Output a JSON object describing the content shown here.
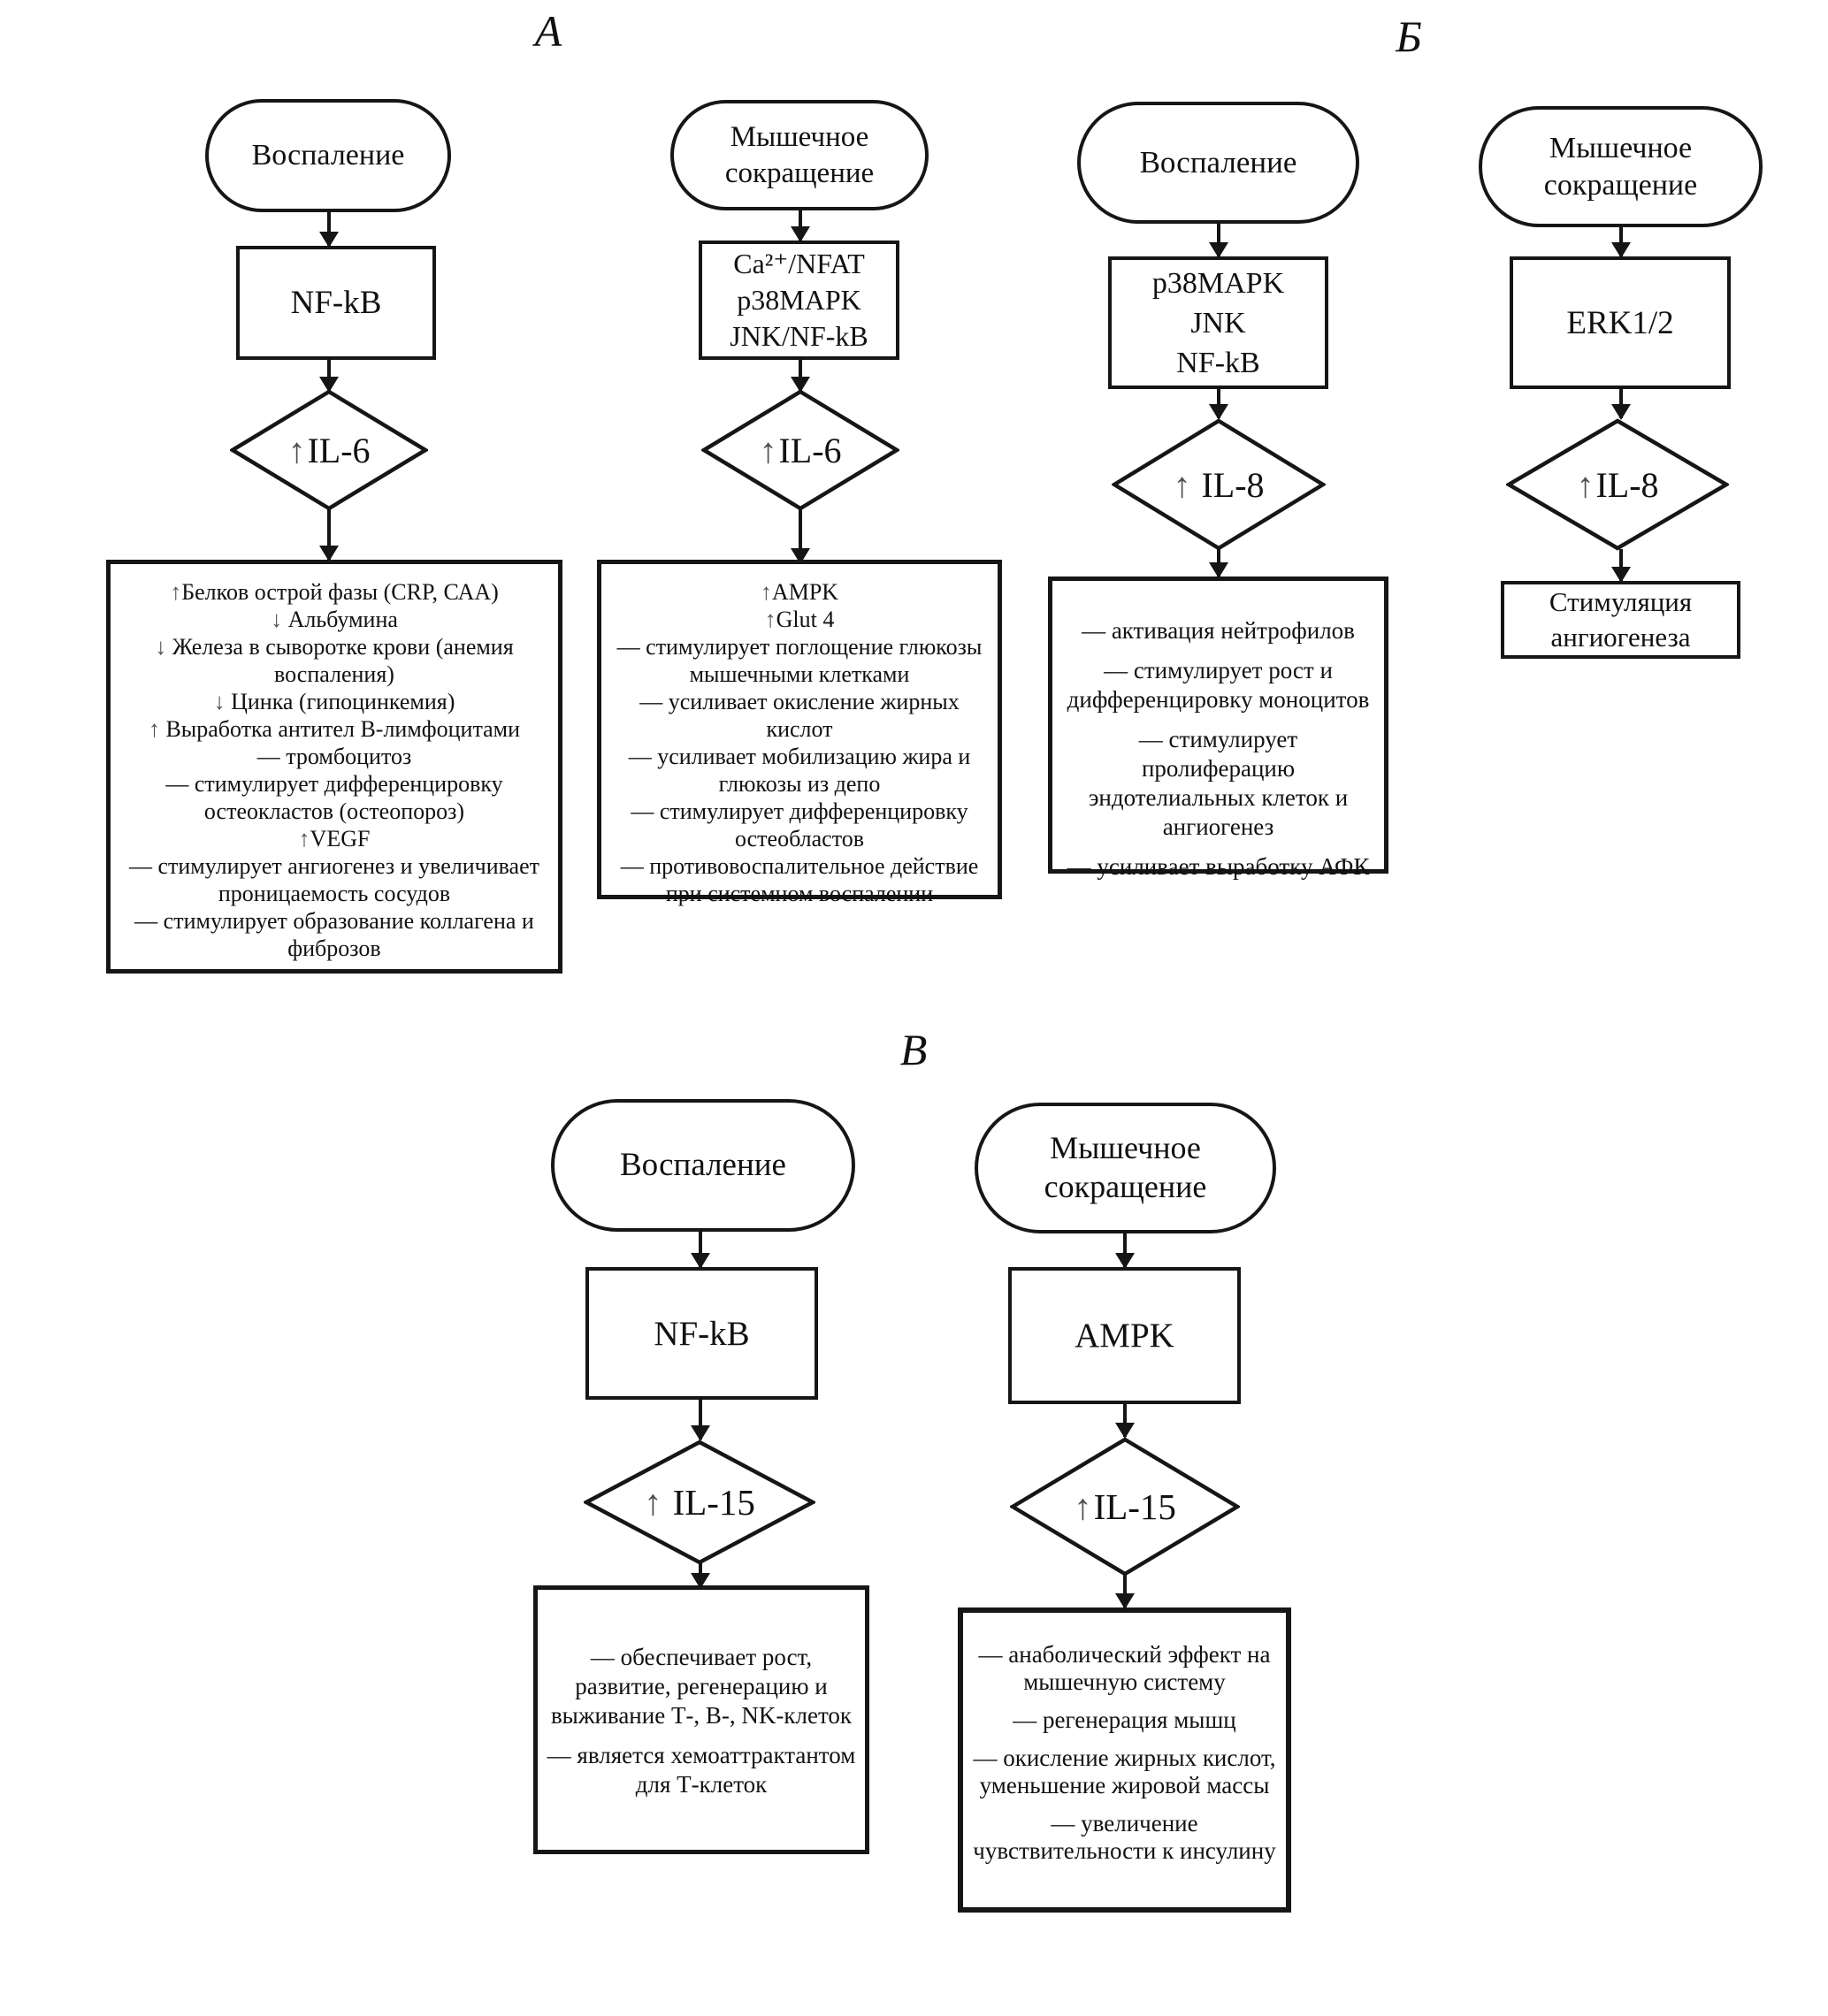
{
  "labels": {
    "a": "А",
    "b": "Б",
    "v": "В"
  },
  "nodes": {
    "a1": {
      "source": "Воспаление",
      "mediator_lines": [
        "NF-kB"
      ],
      "cytokine": {
        "glyph": "↑",
        "name": "IL-6"
      },
      "effects": [
        {
          "glyph": "↑",
          "text": "Белков острой фазы (CRP, САА)"
        },
        {
          "glyph": "↓",
          "text": " Альбумина"
        },
        {
          "glyph": "↓",
          "text": " Железа в сыворотке крови (анемия воспаления)"
        },
        {
          "glyph": "↓",
          "text": " Цинка (гипоцинкемия)"
        },
        {
          "glyph": "↑",
          "text": " Выработка антител В-лимфоцитами"
        },
        {
          "glyph": "",
          "text": "— тромбоцитоз"
        },
        {
          "glyph": "",
          "text": "— стимулирует дифференцировку остеокластов (остеопороз)"
        },
        {
          "glyph": "↑",
          "text": "VEGF"
        },
        {
          "glyph": "",
          "text": "— стимулирует ангиогенез и увеличивает проницаемость сосудов"
        },
        {
          "glyph": "",
          "text": "— стимулирует образование коллагена и фиброзов"
        }
      ]
    },
    "a2": {
      "source": "Мышечное сокращение",
      "mediator_lines": [
        "Ca²⁺/NFAT",
        "p38MAPK",
        "JNK/NF-kB"
      ],
      "cytokine": {
        "glyph": "↑",
        "name": "IL-6"
      },
      "effects": [
        {
          "glyph": "↑",
          "text": "AMPK"
        },
        {
          "glyph": "↑",
          "text": "Glut 4"
        },
        {
          "glyph": "",
          "text": "— стимулирует поглощение глюкозы мышечными клетками"
        },
        {
          "glyph": "",
          "text": "— усиливает окисление жирных кислот"
        },
        {
          "glyph": "",
          "text": "— усиливает мобилизацию жира и глюкозы из депо"
        },
        {
          "glyph": "",
          "text": "— стимулирует дифференцировку остеобластов"
        },
        {
          "glyph": "",
          "text": "— противовоспалительное действие при системном воспалении"
        }
      ]
    },
    "b1": {
      "source": "Воспаление",
      "mediator_lines": [
        "p38MAPK",
        "JNK",
        "NF-kB"
      ],
      "cytokine": {
        "glyph": "↑",
        "name": "IL-8"
      },
      "effects": [
        {
          "glyph": "",
          "text": "— активация нейтрофилов"
        },
        {
          "glyph": "",
          "text": "— стимулирует рост и дифференцировку моноцитов"
        },
        {
          "glyph": "",
          "text": "— стимулирует пролиферацию эндотелиальных клеток и ангиогенез"
        },
        {
          "glyph": "",
          "text": "— усиливает выработку АФК"
        }
      ]
    },
    "b2": {
      "source": "Мышечное сокращение",
      "mediator_lines": [
        "ERK1/2"
      ],
      "cytokine": {
        "glyph": "↑",
        "name": "IL-8"
      },
      "result": "Стимуляция ангиогенеза"
    },
    "v1": {
      "source": "Воспаление",
      "mediator_lines": [
        "NF-kB"
      ],
      "cytokine": {
        "glyph": "↑",
        "name": "IL-15"
      },
      "effects": [
        {
          "glyph": "",
          "text": "— обеспечивает рост, развитие, регенерацию и выживание Т-, В-, NK-клеток"
        },
        {
          "glyph": "",
          "text": "— является хемоаттрактантом для Т-клеток"
        }
      ]
    },
    "v2": {
      "source": "Мышечное сокращение",
      "mediator_lines": [
        "AMPK"
      ],
      "cytokine": {
        "glyph": "↑",
        "name": "IL-15"
      },
      "effects": [
        {
          "glyph": "",
          "text": "— анаболический эффект на мышечную систему"
        },
        {
          "glyph": "",
          "text": "— регенерация мышц"
        },
        {
          "glyph": "",
          "text": "— окисление жирных кислот, уменьшение жировой массы"
        },
        {
          "glyph": "",
          "text": "— увеличение чувствительности к инсулину"
        }
      ]
    }
  }
}
